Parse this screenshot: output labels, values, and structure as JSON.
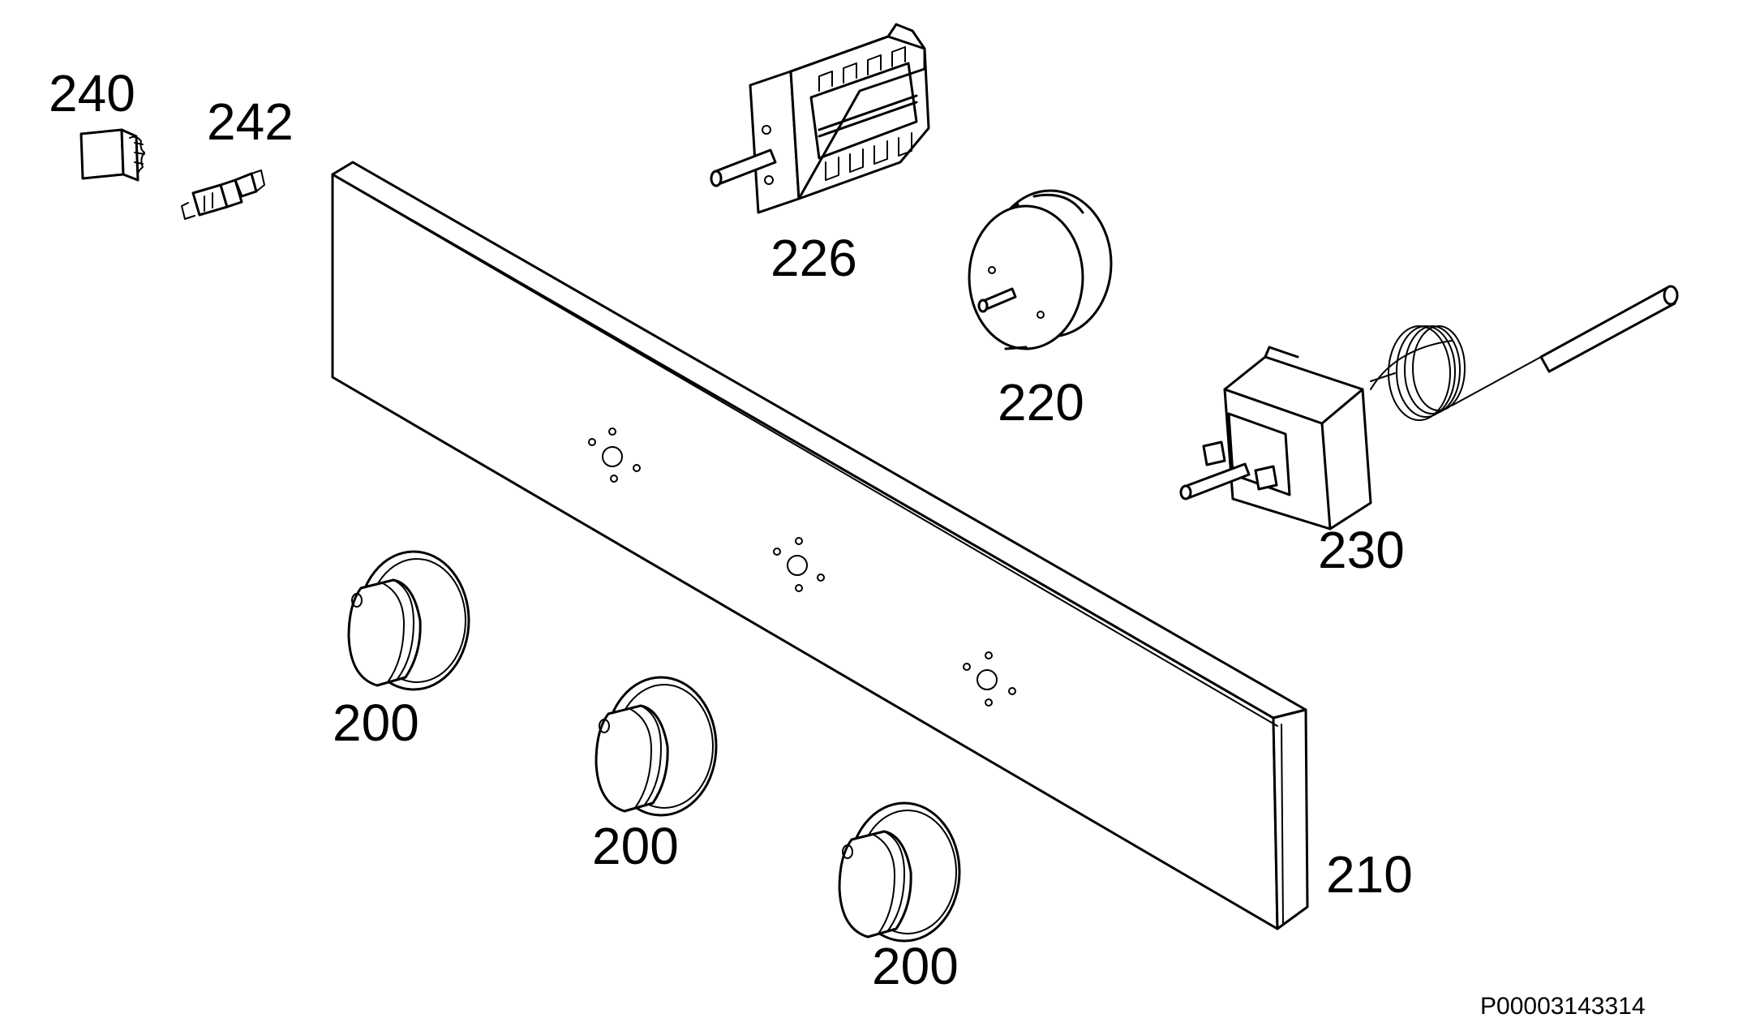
{
  "labels": {
    "p240": "240",
    "p242": "242",
    "p226": "226",
    "p220": "220",
    "p230": "230",
    "p210": "210",
    "p200a": "200",
    "p200b": "200",
    "p200c": "200"
  },
  "drawing_code": "P00003143314"
}
